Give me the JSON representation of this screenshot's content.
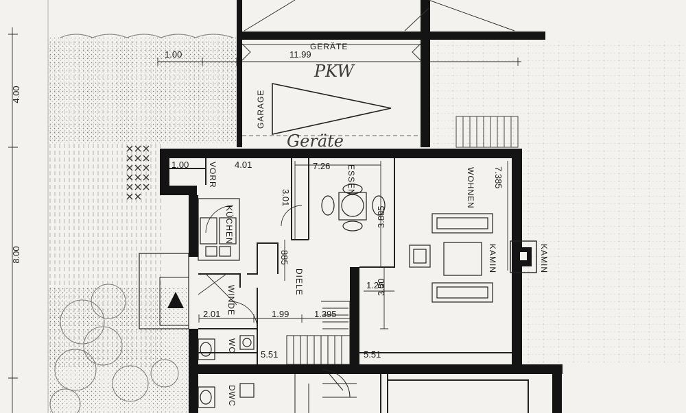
{
  "plan": {
    "rooms": {
      "geraete_top": "GERÄTE",
      "garage": "GARAGE",
      "pkw_note": "PKW",
      "geraete_note": "Geräte",
      "vorr": "VORR",
      "kuechen": "KÜCHEN",
      "essen": "ESSEN",
      "wohnen": "WOHNEN",
      "kamin_inner": "KAMIN",
      "kamin_outer": "KAMIN",
      "diele": "DIELE",
      "winde": "WINDE",
      "wc": "WC",
      "dwc": "DWC"
    },
    "dimensions": {
      "d_100_top": "1.00",
      "d_1199": "11.99",
      "d_400": "4.00",
      "d_800": "8.00",
      "d_100_vorr": "1.00",
      "d_401": "4.01",
      "d_726": "7.26",
      "d_7385": "7.385",
      "d_301": "3.01",
      "d_3885": "3.885",
      "d_885": "885",
      "d_125": "1.25",
      "d_350": "3.50",
      "d_201": "2.01",
      "d_199": "1.99",
      "d_1395": "1.395",
      "d_551a": "5.51",
      "d_551b": "5.51"
    },
    "colors": {
      "paper": "#f4f2ee",
      "wall": "#141414",
      "line": "#2a2a2a",
      "hatch": "#8a8a8a"
    }
  }
}
